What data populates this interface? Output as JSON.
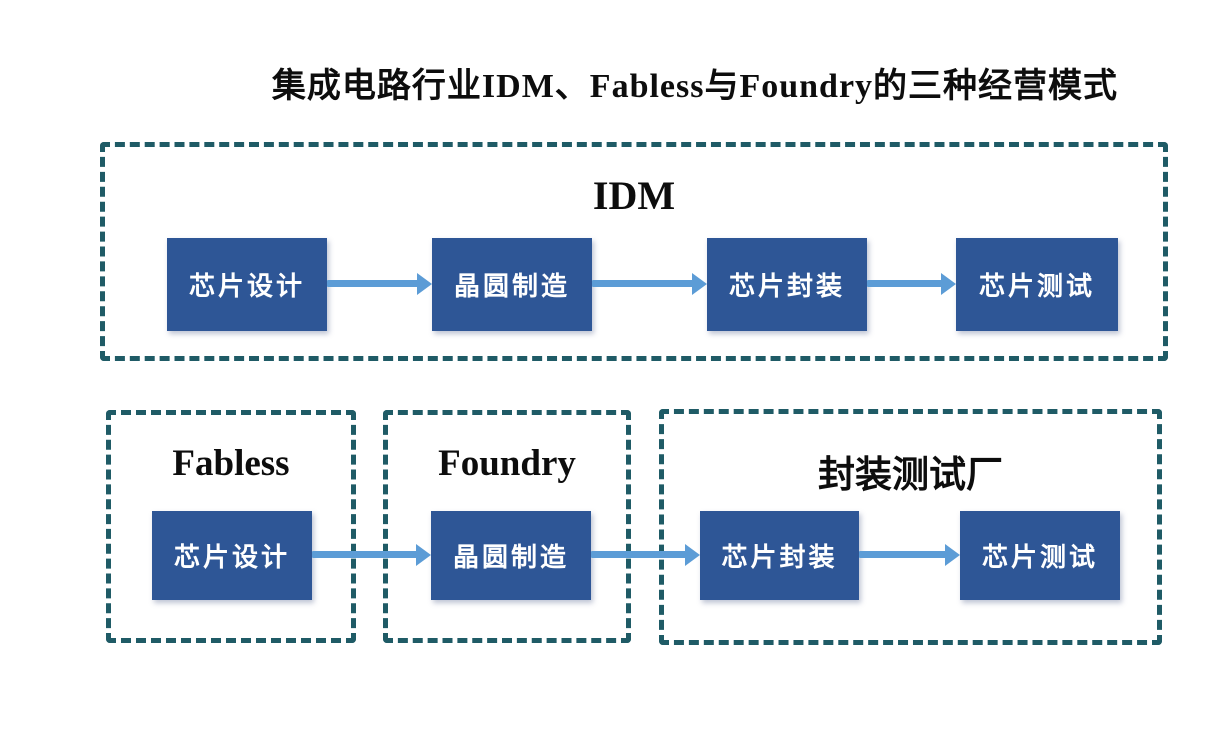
{
  "diagram": {
    "title": "集成电路行业IDM、Fabless与Foundry的三种经营模式",
    "idm_group": {
      "label": "IDM",
      "steps": [
        "芯片设计",
        "晶圆制造",
        "芯片封装",
        "芯片测试"
      ]
    },
    "fabless_group": {
      "label": "Fabless",
      "steps": [
        "芯片设计"
      ]
    },
    "foundry_group": {
      "label": "Foundry",
      "steps": [
        "晶圆制造"
      ]
    },
    "osat_group": {
      "label": "封装测试厂",
      "steps": [
        "芯片封装",
        "芯片测试"
      ]
    },
    "colors": {
      "step_box_fill": "#2e5696",
      "step_box_text": "#ffffff",
      "dashed_border": "#1f5b66",
      "arrow": "#5c9cd6",
      "title_text": "#0d0d0d",
      "background": "#ffffff"
    }
  }
}
